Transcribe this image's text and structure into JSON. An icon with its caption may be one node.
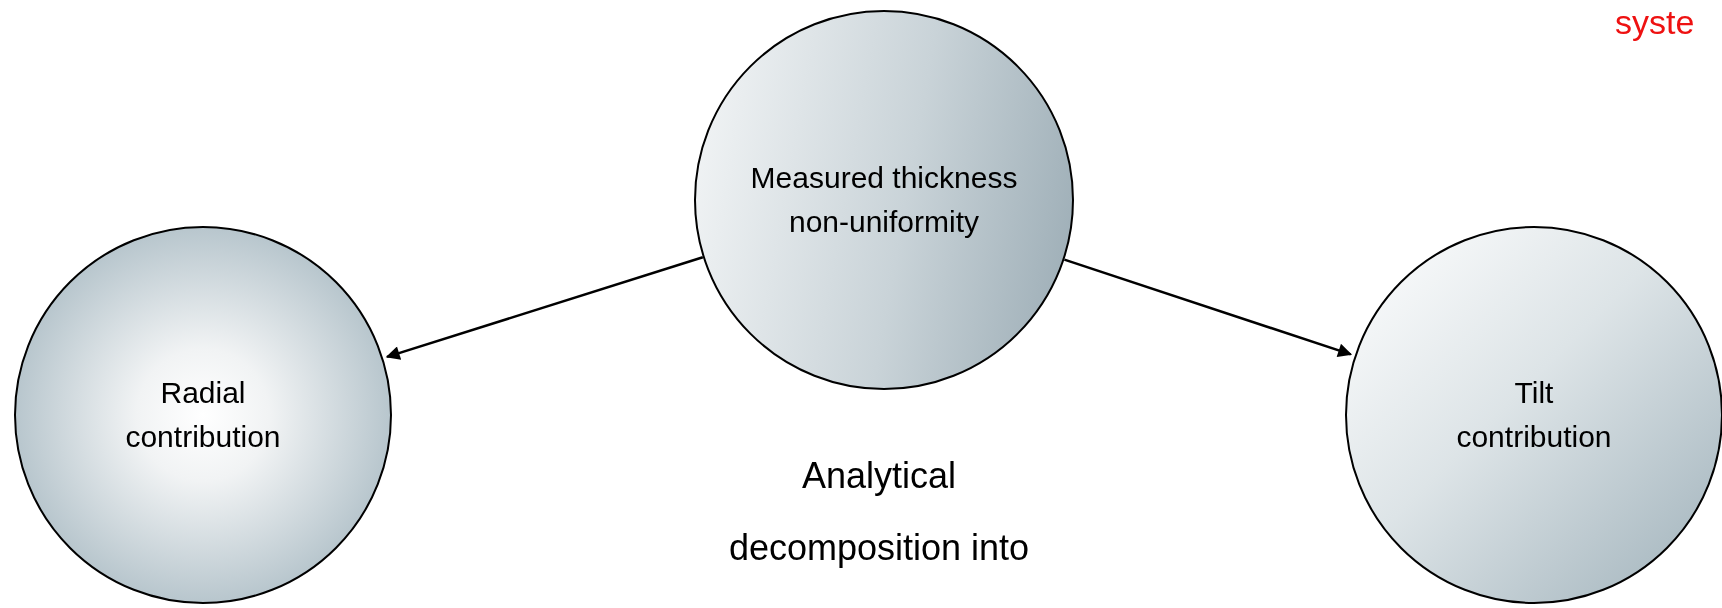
{
  "diagram": {
    "nodes": [
      {
        "text": [
          "Measured thickness non-uniformity"
        ]
      },
      {
        "text": [
          "Radial contribution"
        ]
      },
      {
        "text": [
          "Tilt contribution"
        ]
      }
    ],
    "edges": [
      {
        "from": 0,
        "to": 1,
        "arrow": "to"
      },
      {
        "from": 0,
        "to": 2,
        "arrow": "to"
      }
    ],
    "labels": [
      "Analytical decomposition into",
      "syste"
    ]
  }
}
